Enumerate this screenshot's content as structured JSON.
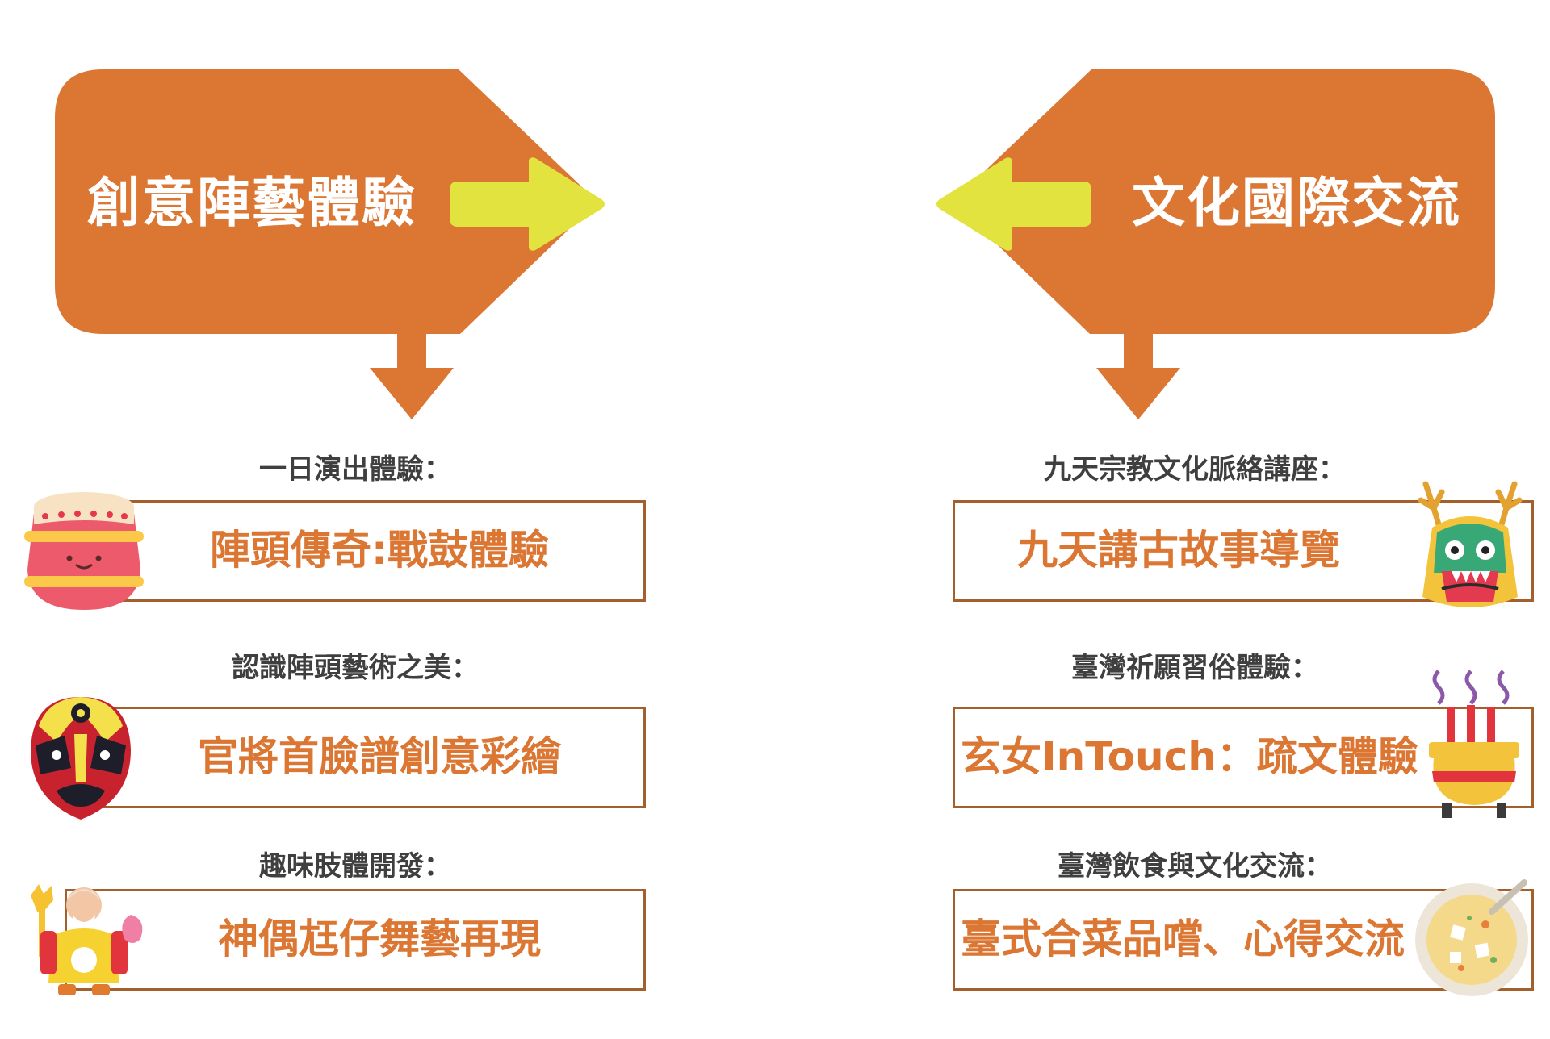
{
  "colors": {
    "accent_orange": "#db7633",
    "arrow_yellow": "#e3e33f",
    "box_border": "#a35f2c",
    "subtitle_text": "#3f3f3f"
  },
  "left_group": {
    "heading": "創意陣藝體驗",
    "items": [
      {
        "subtitle": "一日演出體驗：",
        "activity": "陣頭傳奇:戰鼓體驗",
        "icon": "drum-icon"
      },
      {
        "subtitle": "認識陣頭藝術之美：",
        "activity": "官將首臉譜創意彩繪",
        "icon": "opera-mask-icon"
      },
      {
        "subtitle": "趣味肢體開發：",
        "activity": "神偶尪仔舞藝再現",
        "icon": "deity-puppet-icon"
      }
    ]
  },
  "right_group": {
    "heading": "文化國際交流",
    "items": [
      {
        "subtitle": "九天宗教文化脈絡講座：",
        "activity": "九天講古故事導覽",
        "icon": "dragon-dance-icon"
      },
      {
        "subtitle": "臺灣祈願習俗體驗：",
        "activity": "玄女InTouch：疏文體驗",
        "icon": "incense-burner-icon"
      },
      {
        "subtitle": "臺灣飲食與文化交流：",
        "activity": "臺式合菜品嚐、心得交流",
        "icon": "soup-bowl-icon"
      }
    ]
  }
}
